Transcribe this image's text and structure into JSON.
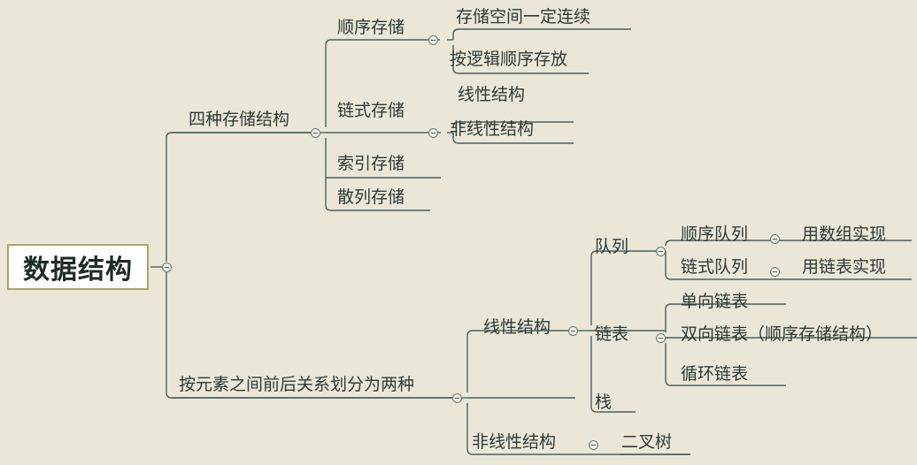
{
  "diagram": {
    "title_root": "数据结构",
    "background_color": "#eae7d8",
    "line_color": "#4e5f5c",
    "text_color": "#2d3a38",
    "root_border_color": "#a9a567",
    "root_fill_color": "#ffffff",
    "toggle_icon": "collapse-minus-circle"
  },
  "nodes": {
    "root": "数据结构",
    "branch_storage": "四种存储结构",
    "storage_children": {
      "sequential": "顺序存储",
      "linked": "链式存储",
      "indexed": "索引存储",
      "hashed": "散列存储"
    },
    "sequential_children": {
      "a": "存储空间一定连续",
      "b": "按逻辑顺序存放"
    },
    "linked_children": {
      "a": "线性结构",
      "b": "非线性结构"
    },
    "branch_relation": "按元素之间前后关系划分为两种",
    "relation_children": {
      "linear": "线性结构",
      "nonlinear": "非线性结构"
    },
    "linear_children": {
      "queue": "队列",
      "list": "链表",
      "stack": "栈"
    },
    "queue_children": {
      "a": "顺序队列",
      "b": "链式队列"
    },
    "queue_grandchildren": {
      "a": "用数组实现",
      "b": "用链表实现"
    },
    "list_children": {
      "a": "单向链表",
      "b": "双向链表（顺序存储结构）",
      "c": "循环链表"
    },
    "nonlinear_children": {
      "a": "二叉树"
    }
  }
}
